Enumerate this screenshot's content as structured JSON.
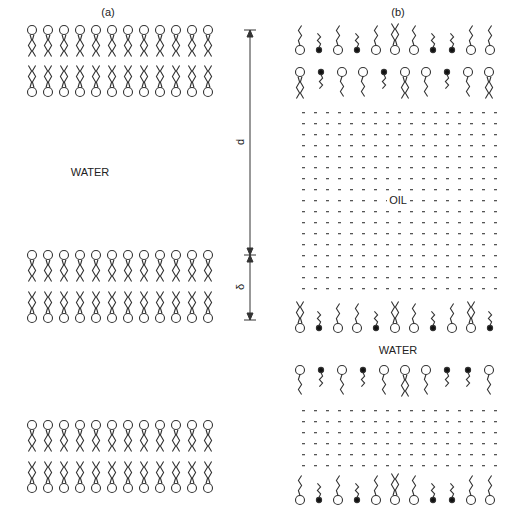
{
  "diagram": {
    "labels": [
      "(a)",
      "(b)",
      "WATER",
      "d",
      "δ",
      "OIL",
      "WATER"
    ]
  }
}
